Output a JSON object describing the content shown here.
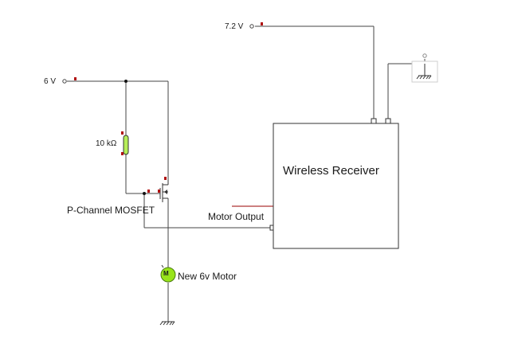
{
  "labels": {
    "source_72v": "7.2 V",
    "source_6v": "6 V",
    "resistor": "10 kΩ",
    "mosfet": "P-Channel MOSFET",
    "motor_output": "Motor Output",
    "receiver": "Wireless Receiver",
    "motor": "New 6v Motor",
    "motor_glyph": "M"
  },
  "colors": {
    "wire": "#444444",
    "probe": "#b01010",
    "resistor_fill": "#b6ee58",
    "motor_fill": "#98e41a",
    "output_signal": "#990000",
    "receiver_border": "#333333"
  },
  "icons": {
    "ground": "ground-icon",
    "battery_terminal": "terminal-node-icon",
    "motor": "motor-icon",
    "resistor": "resistor-icon",
    "mosfet": "mosfet-icon"
  }
}
